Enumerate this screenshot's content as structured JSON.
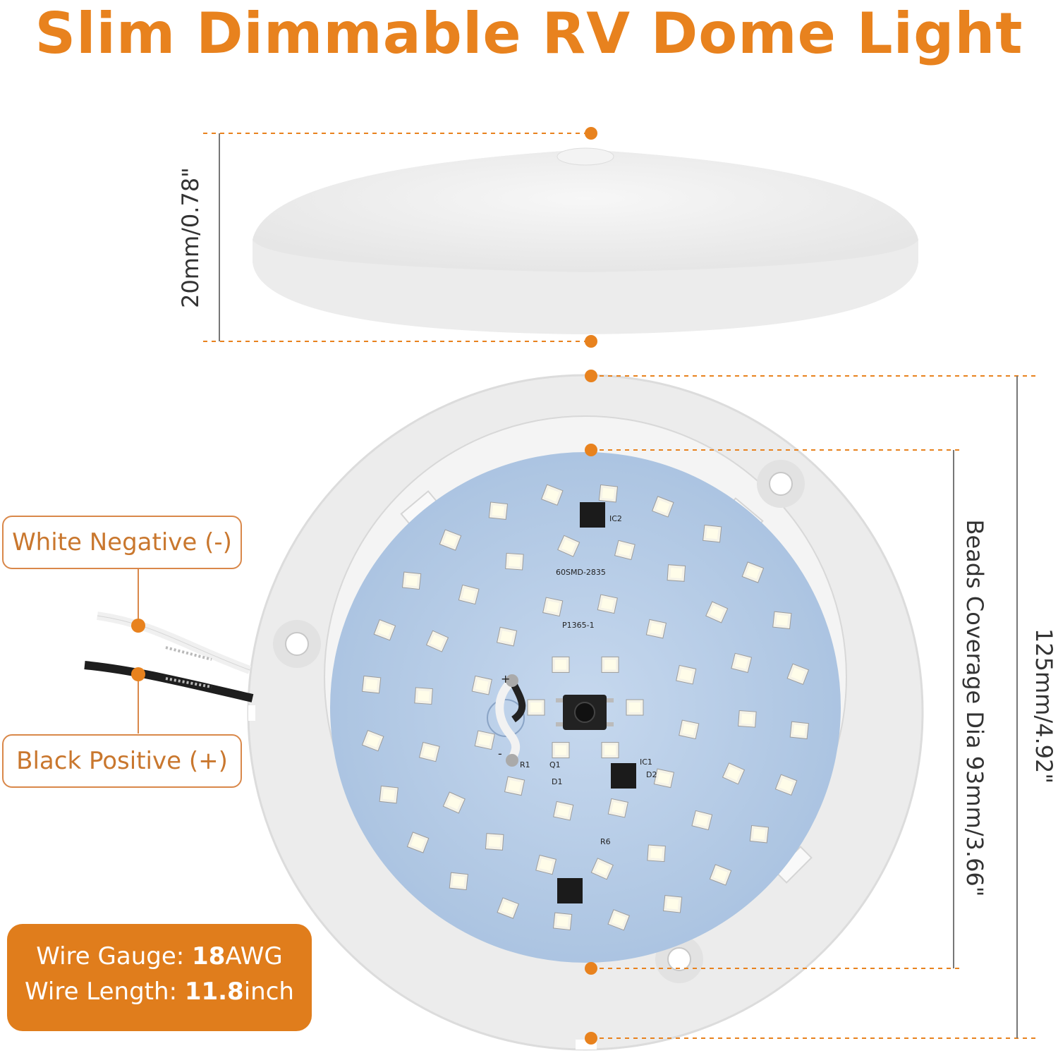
{
  "title": "Slim Dimmable RV Dome Light",
  "colors": {
    "accent": "#e8821e",
    "title": "#e8821e",
    "callout_border": "#d9884a",
    "callout_text": "#c9772e",
    "spec_bg": "#e07d1c",
    "pcb": "#b7cde6",
    "housing": "#eeeeee"
  },
  "dimensions": {
    "height": "20mm/0.78\"",
    "diameter": "125mm/4.92\"",
    "beads_coverage": "Beads Coverage Dia 93mm/3.66\""
  },
  "callouts": {
    "white_wire": "White Negative (-)",
    "black_wire": "Black Positive (+)"
  },
  "spec": {
    "gauge_label": "Wire Gauge: ",
    "gauge_value": "18",
    "gauge_unit": "AWG",
    "length_label": "Wire Length: ",
    "length_value": "11.8",
    "length_unit": "inch"
  },
  "pcb_text": {
    "model": "60SMD-2835",
    "part": "P1365-1",
    "ic2": "IC2",
    "ic1": "IC1",
    "r1": "R1",
    "q1": "Q1",
    "d1": "D1",
    "d2": "D2",
    "r6": "R6",
    "plus": "+",
    "minus": "-"
  }
}
